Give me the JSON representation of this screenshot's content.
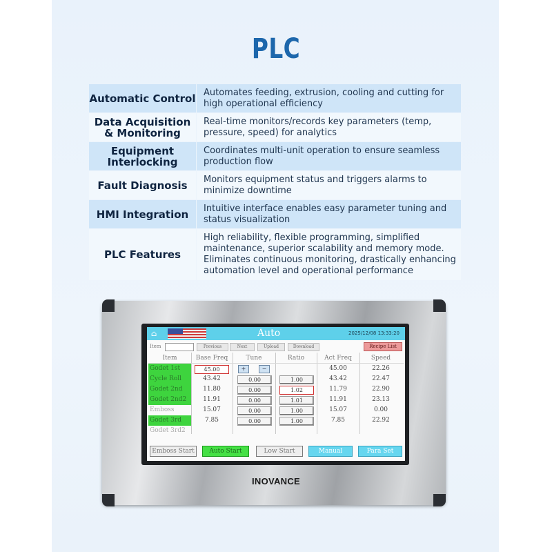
{
  "title": "PLC",
  "features": [
    {
      "name": "Automatic Control",
      "desc": "Automates feeding, extrusion, cooling and cutting for high operational efficiency"
    },
    {
      "name": "Data Acquisition & Monitoring",
      "desc": "Real-time monitors/records key parameters (temp, pressure, speed) for analytics"
    },
    {
      "name": "Equipment Interlocking",
      "desc": "Coordinates multi-unit operation to ensure seamless production flow"
    },
    {
      "name": "Fault Diagnosis",
      "desc": "Monitors equipment status and triggers alarms to minimize downtime"
    },
    {
      "name": "HMI Integration",
      "desc": "Intuitive interface enables easy parameter tuning and status visualization"
    },
    {
      "name": "PLC Features",
      "desc": "High reliability, flexible programming, simplified maintenance, superior scalability and memory mode. Eliminates continuous monitoring, drastically enhancing automation level and operational performance"
    }
  ],
  "device": {
    "brand": "INOVANCE"
  },
  "hmi": {
    "screen_title": "Auto",
    "datetime": "2025/12/08 13:33:20",
    "home_icon": "home-icon",
    "item_label": "Item",
    "nav": {
      "previous": "Previous",
      "next": "Next",
      "upload": "Upload",
      "download": "Download"
    },
    "recipe_list": "Recipe List",
    "headers": {
      "item": "Item",
      "base_freq": "Base Freq",
      "tune": "Tune",
      "ratio": "Ratio",
      "act_freq": "Act Freq",
      "speed": "Speed"
    },
    "tune_plus": "+",
    "tune_minus": "−",
    "rows": [
      {
        "item": "Godet 1st",
        "base_freq": "45.00",
        "tune": "",
        "ratio": "",
        "act_freq": "45.00",
        "speed": "22.26"
      },
      {
        "item": "Cycle Roll",
        "base_freq": "43.42",
        "tune": "0.00",
        "ratio": "1.00",
        "act_freq": "43.42",
        "speed": "22.47"
      },
      {
        "item": "Godet 2nd",
        "base_freq": "11.80",
        "tune": "0.00",
        "ratio": "1.02",
        "act_freq": "11.79",
        "speed": "22.90"
      },
      {
        "item": "Godet 2nd2",
        "base_freq": "11.91",
        "tune": "0.00",
        "ratio": "1.01",
        "act_freq": "11.91",
        "speed": "23.13"
      },
      {
        "item": "Emboss",
        "base_freq": "15.07",
        "tune": "0.00",
        "ratio": "1.00",
        "act_freq": "15.07",
        "speed": "0.00"
      },
      {
        "item": "Godet 3rd",
        "base_freq": "7.85",
        "tune": "0.00",
        "ratio": "1.00",
        "act_freq": "7.85",
        "speed": "22.92"
      },
      {
        "item": "Godet 3rd2",
        "base_freq": "",
        "tune": "",
        "ratio": "",
        "act_freq": "",
        "speed": ""
      }
    ],
    "buttons": {
      "emboss_start": "Emboss Start",
      "auto_start": "Auto Start",
      "low_start": "Low Start",
      "manual": "Manual",
      "para_set": "Para Set"
    },
    "colors": {
      "header_bar": "#5ed0ea",
      "active_green": "#3ed43e",
      "recipe_red": "#ec9a9a"
    }
  }
}
